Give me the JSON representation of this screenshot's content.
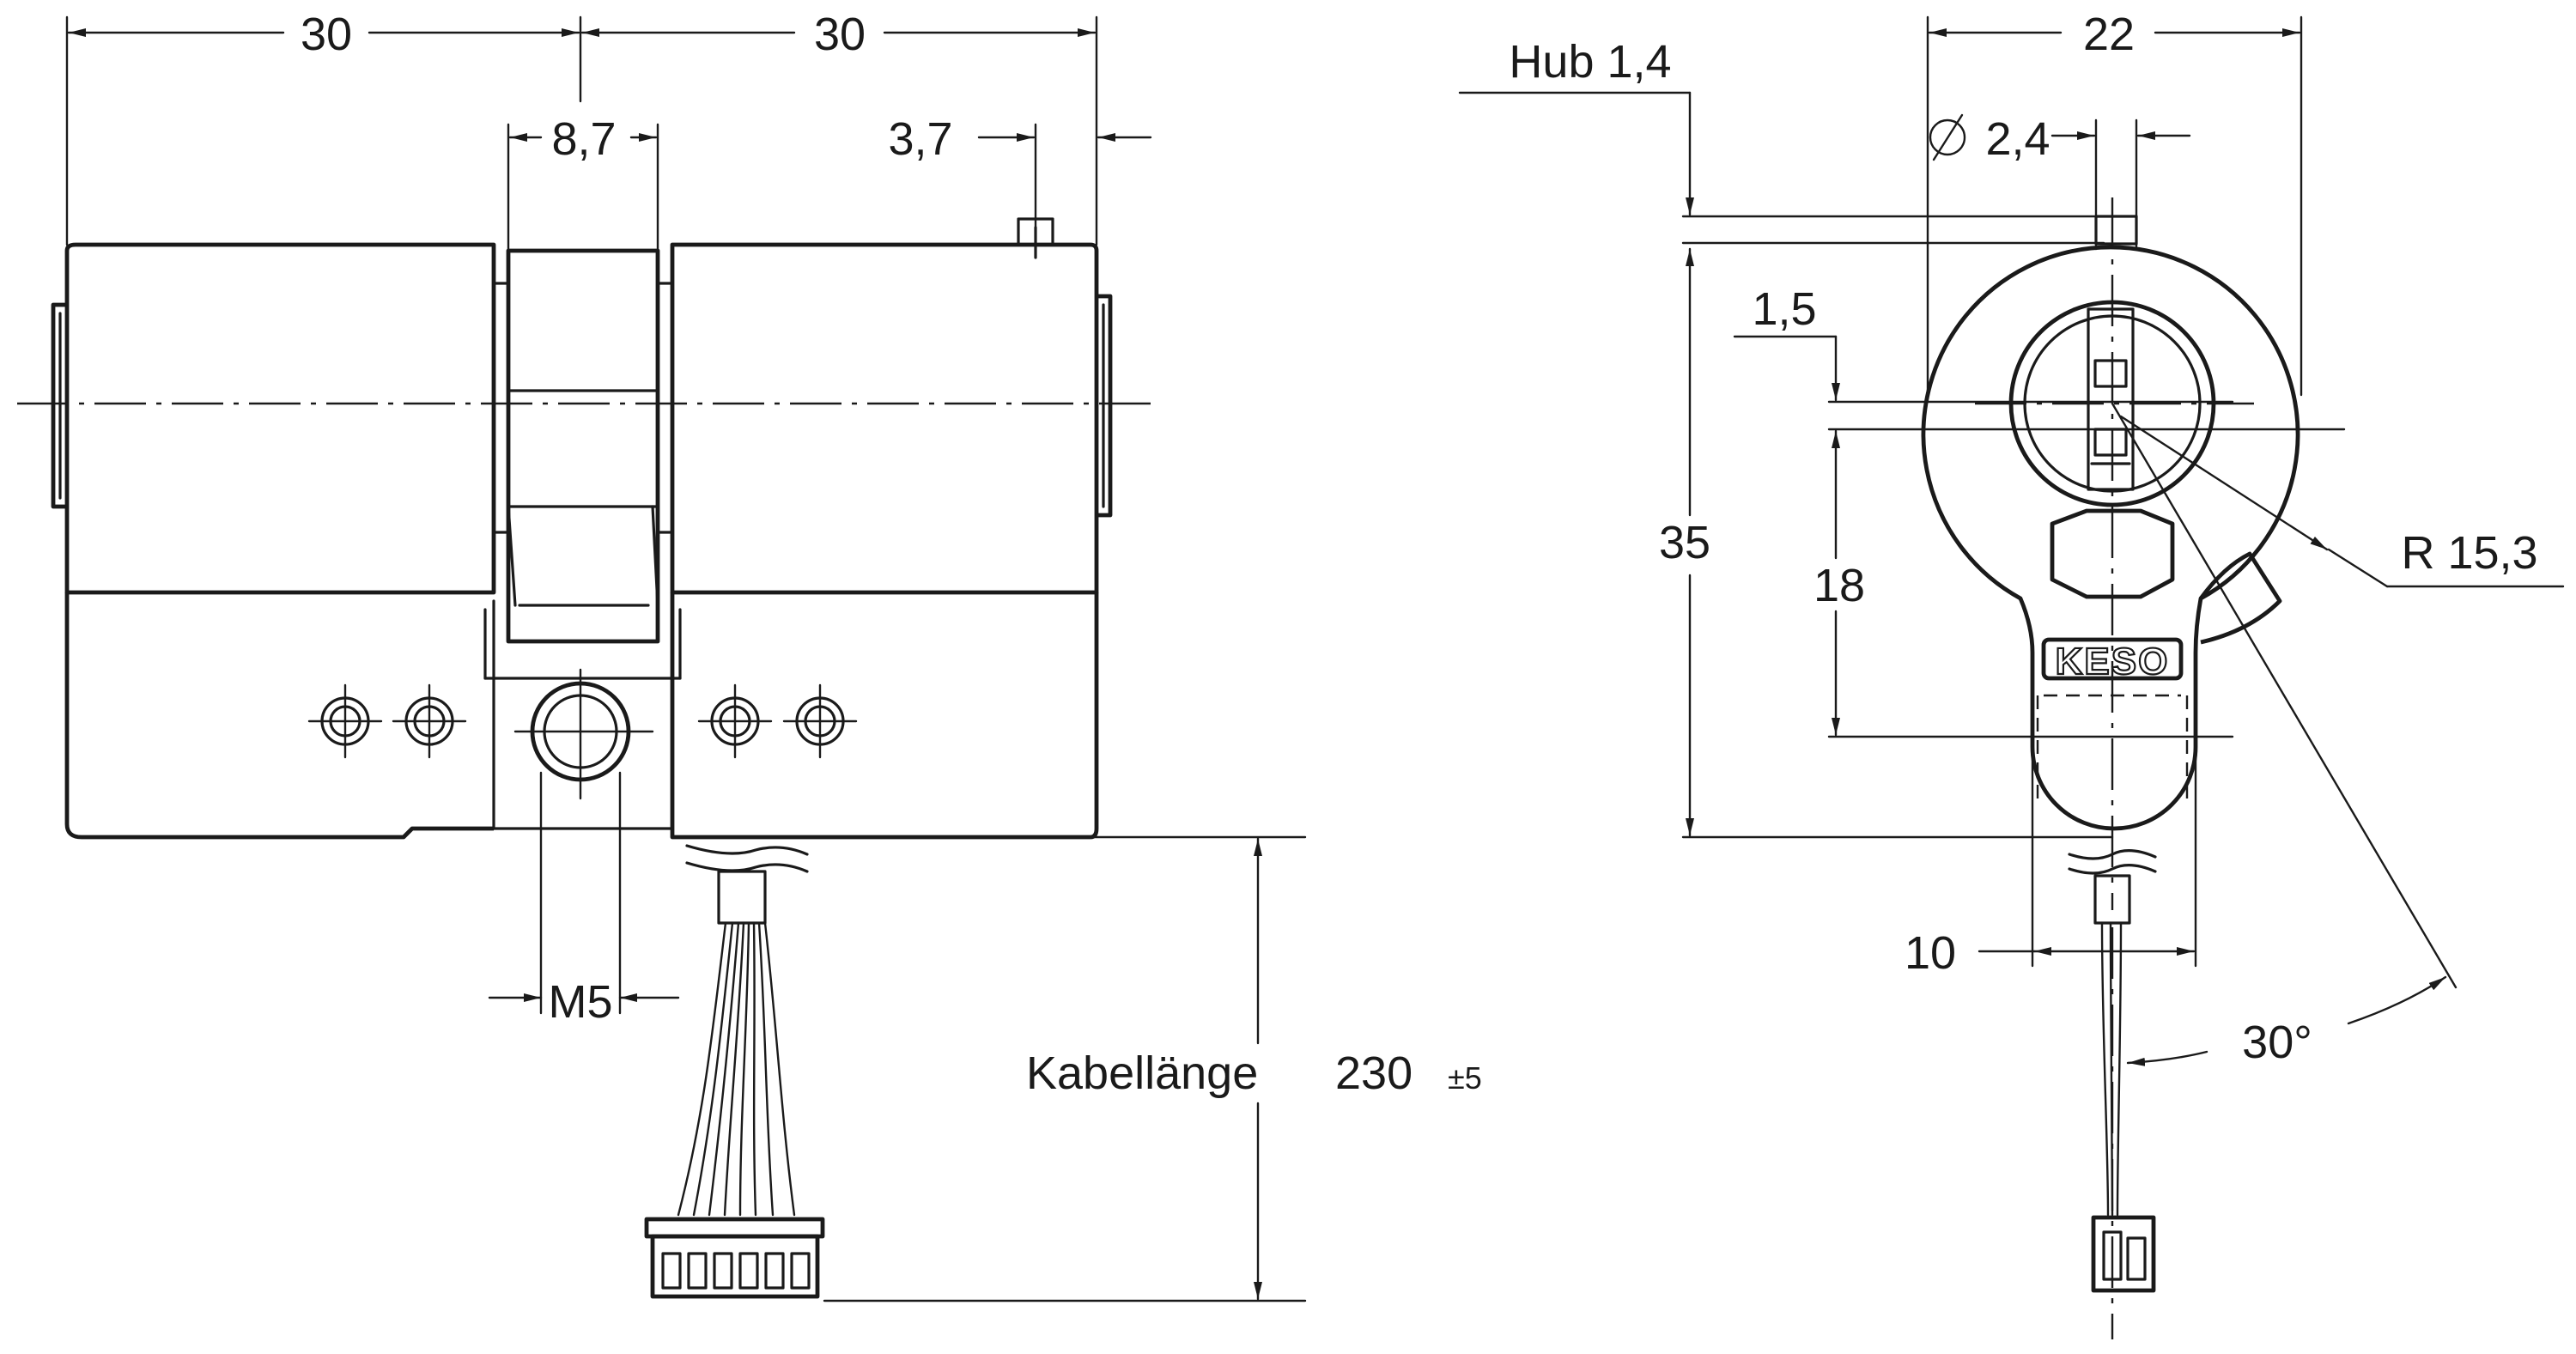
{
  "side_view": {
    "dim_left_half": "30",
    "dim_right_half": "30",
    "dim_cam_width": "8,7",
    "dim_pin": "3,7",
    "dim_thread": "M5",
    "cable_length_label": "Kabellänge",
    "cable_length_value": "230",
    "cable_length_tolerance": "±5"
  },
  "front_view": {
    "stroke_label": "Hub 1,4",
    "width": "22",
    "pin_diameter": "2,4",
    "offset": "1,5",
    "height": "35",
    "center_to_bottom": "18",
    "radius": "R 15,3",
    "neck_width": "10",
    "angle": "30°",
    "brand_logo": "KESO"
  }
}
